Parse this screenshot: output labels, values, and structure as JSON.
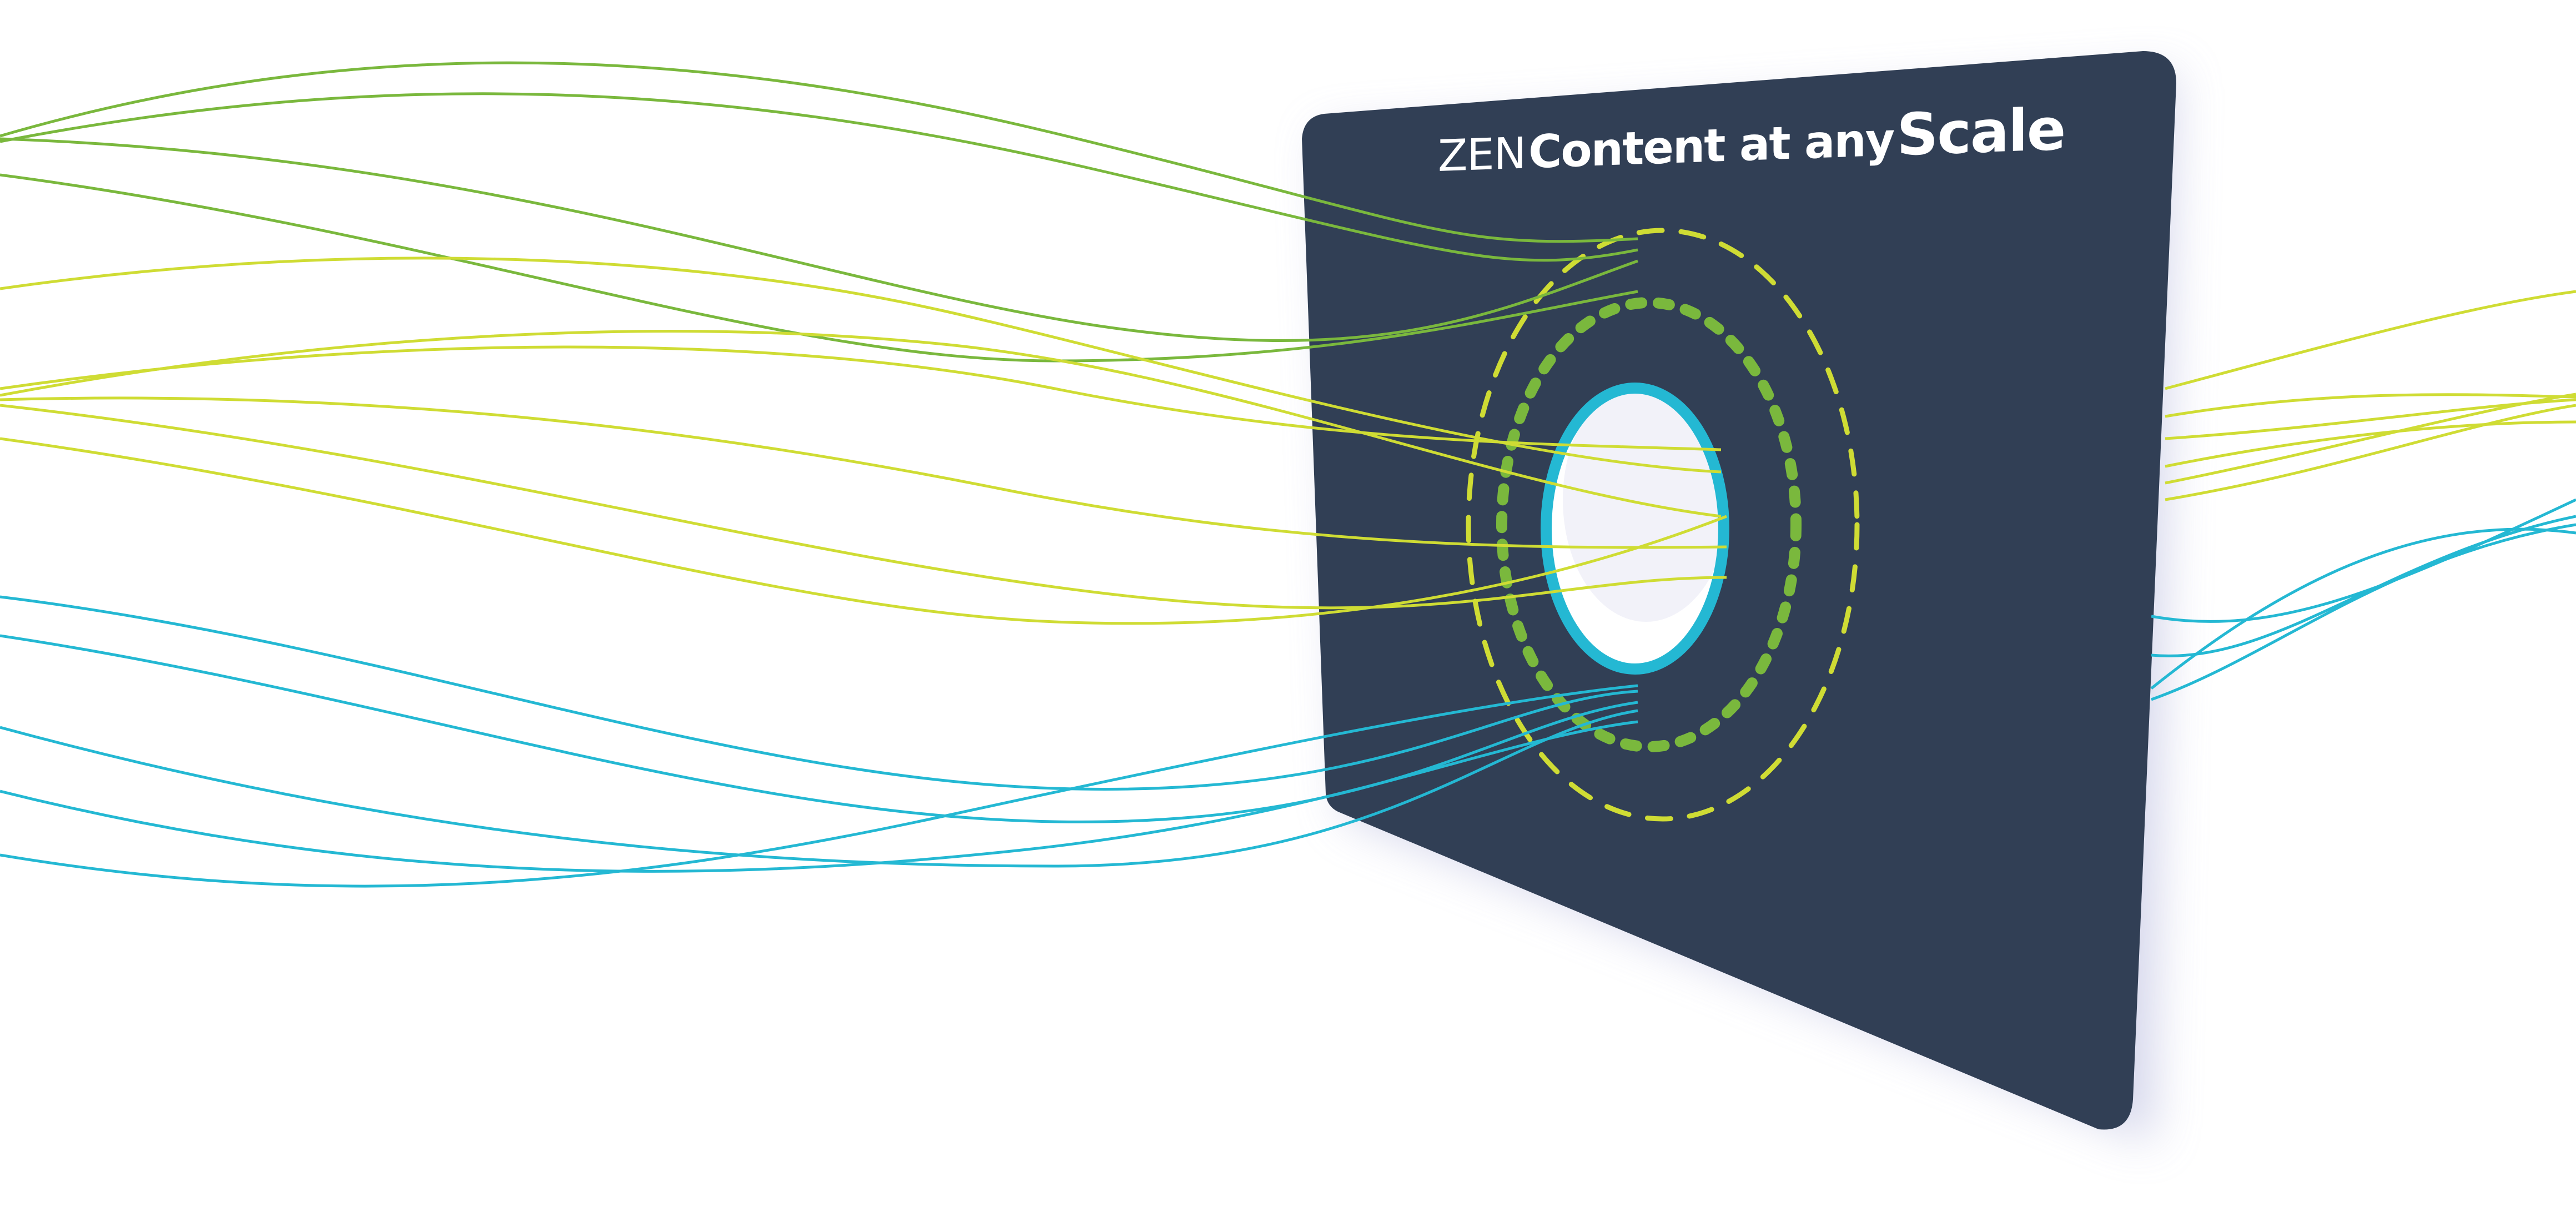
{
  "title": {
    "brand": "ZEN",
    "part_a": "Content at any",
    "part_b": "Scale"
  },
  "colors": {
    "panel": "#313f55",
    "panel_shadow": "#c9cbe6",
    "green": "#7ab83d",
    "lime": "#cfdc34",
    "cyan": "#24b8d3",
    "hole": "#ffffff",
    "title_text": "#ffffff"
  },
  "elements": {
    "panel": "dark-board",
    "rings": [
      "outer-lime-dashed-ring",
      "middle-green-dotted-ring",
      "inner-cyan-ring"
    ],
    "streams": [
      "green-lines",
      "lime-lines",
      "cyan-lines"
    ]
  }
}
